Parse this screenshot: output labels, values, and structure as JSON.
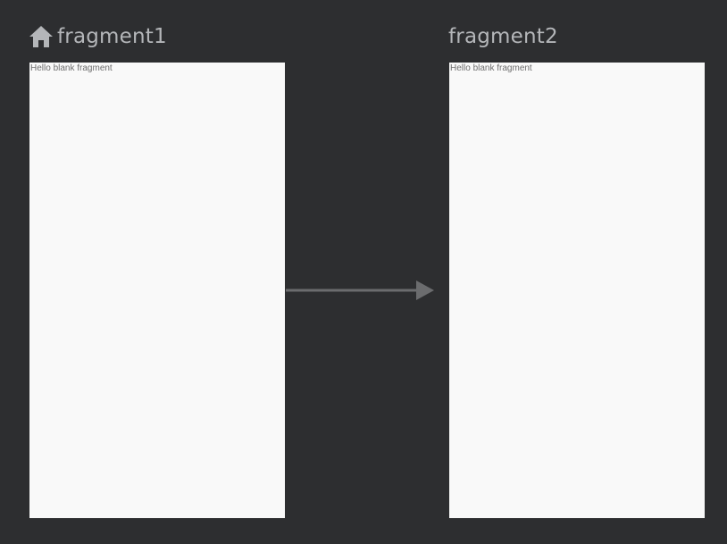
{
  "destinations": [
    {
      "title": "fragment1",
      "is_start_destination": true,
      "start_icon": "home-icon",
      "preview_text": "Hello blank fragment"
    },
    {
      "title": "fragment2",
      "is_start_destination": false,
      "preview_text": "Hello blank fragment"
    }
  ],
  "actions": [
    {
      "from": "fragment1",
      "to": "fragment2",
      "icon": "arrow-right-icon"
    }
  ],
  "colors": {
    "canvas_background": "#2d2e30",
    "title_text": "#b4b6b9",
    "screen_background": "#f9f9f9",
    "screen_text": "#6e6e6e",
    "action_arrow": "#6b6c6e"
  }
}
